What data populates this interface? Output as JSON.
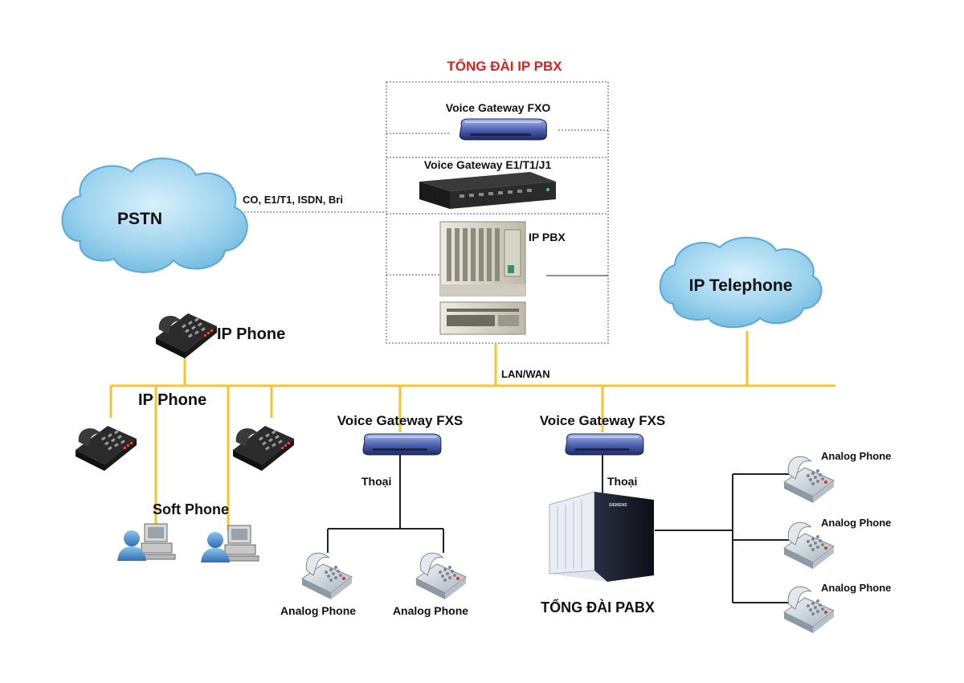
{
  "diagram": {
    "title": "TỔNG ĐÀI IP PBX",
    "clouds": {
      "pstn": "PSTN",
      "ip_telephone": "IP Telephone"
    },
    "links": {
      "pstn_link": "CO, E1/T1, ISDN, Bri",
      "lan_wan": "LAN/WAN",
      "thoai_left": "Thoại",
      "thoai_right": "Thoại"
    },
    "rack": {
      "fxo_label": "Voice Gateway FXO",
      "e1_label": "Voice Gateway E1/T1/J1",
      "ippbx_label": "IP PBX"
    },
    "endpoints": {
      "ip_phone_top": "IP Phone",
      "ip_phone_group": "IP Phone",
      "soft_phone": "Soft Phone",
      "fxs_left": "Voice Gateway FXS",
      "fxs_right": "Voice Gateway FXS",
      "analog_left_1": "Analog Phone",
      "analog_left_2": "Analog Phone",
      "pabx": "TỔNG ĐÀI PABX",
      "pabx_brand": "SIEMENS",
      "analog_right_1": "Analog Phone",
      "analog_right_2": "Analog Phone",
      "analog_right_3": "Analog Phone"
    },
    "colors": {
      "title": "#e0201c",
      "bus": "#f7c42c",
      "cloud_fill": "#8fcbec",
      "cloud_stroke": "#5aa9d6",
      "line": "#222222"
    }
  }
}
